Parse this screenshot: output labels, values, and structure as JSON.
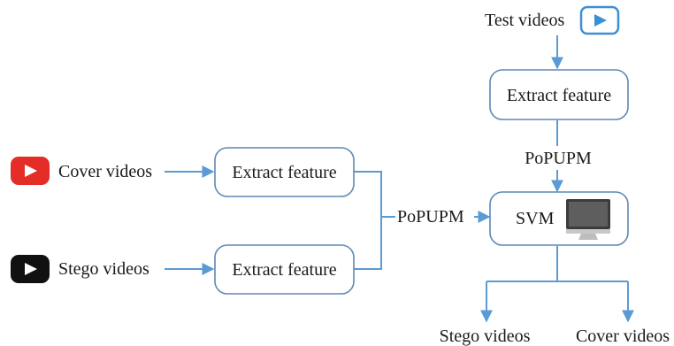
{
  "inputs": {
    "cover": {
      "label": "Cover videos",
      "icon": "red-play-icon",
      "color": "#e52d27"
    },
    "stego": {
      "label": "Stego videos",
      "icon": "black-play-icon",
      "color": "#111111"
    },
    "test": {
      "label": "Test videos",
      "icon": "blue-outline-play-icon",
      "color": "#3a8fd6"
    }
  },
  "boxes": {
    "extract_cover": "Extract feature",
    "extract_stego": "Extract feature",
    "extract_test": "Extract feature",
    "svm": "SVM"
  },
  "edge_labels": {
    "merge": "PoPUPM",
    "test_to_svm": "PoPUPM"
  },
  "outputs": {
    "stego": "Stego videos",
    "cover": "Cover videos"
  },
  "colors": {
    "arrow": "#5b9bd5",
    "box_border": "#5f87b5"
  }
}
